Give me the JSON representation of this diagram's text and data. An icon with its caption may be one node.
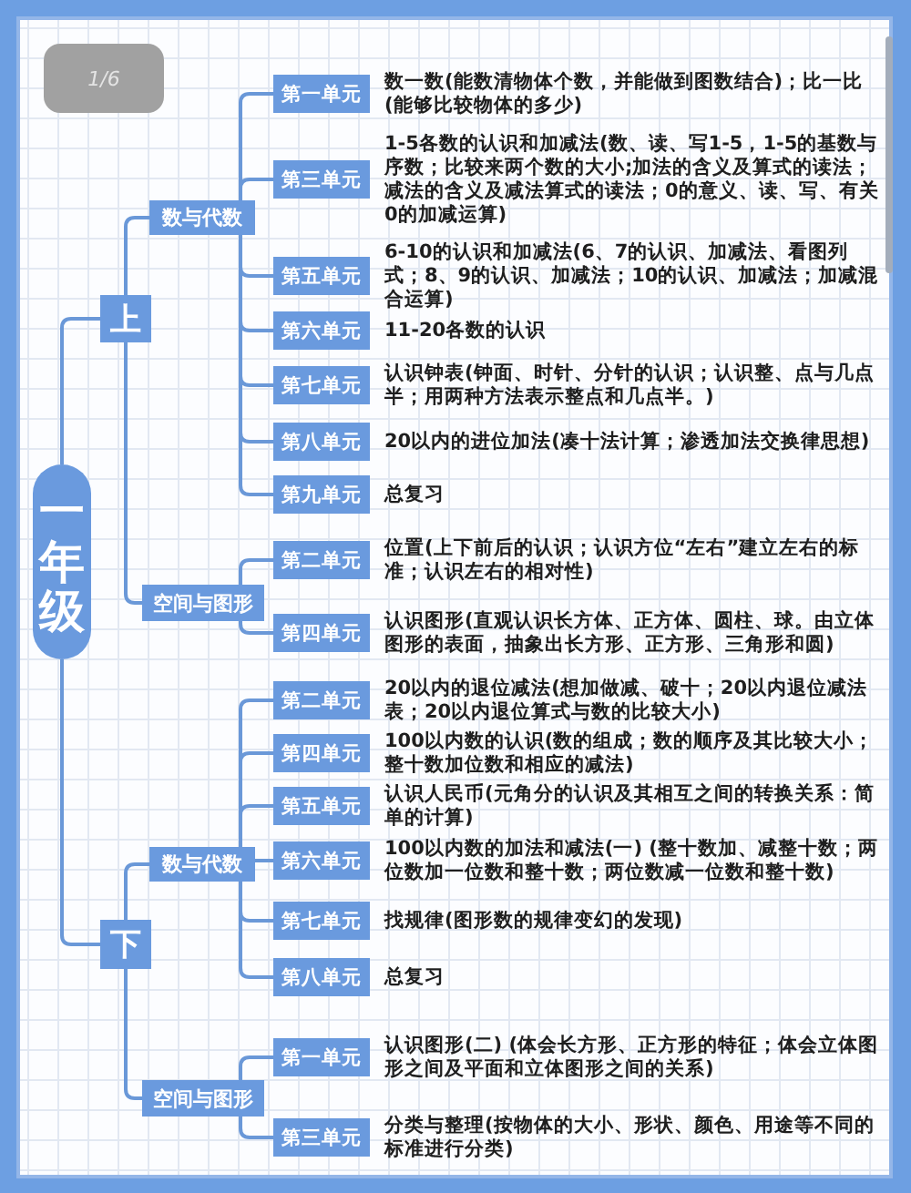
{
  "diagram": {
    "nodes": [
      {
        "text": [
          "1/6"
        ]
      },
      {
        "text": [
          "一年级"
        ]
      },
      {
        "text": [
          "上"
        ]
      },
      {
        "text": [
          "数与代数"
        ]
      },
      {
        "text": [
          "第一单元"
        ],
        "beside": [
          "数一数(能数清物体个数，并能做到图数结合)；比一比(能够比较物体的多少)"
        ]
      },
      {
        "text": [
          "第三单元"
        ],
        "beside": [
          "1-5各数的认识和加减法(数、读、写1-5，1-5的基数与序数；比较来两个数的大小;加法的含义及算式的读法；减法的含义及减法算式的读法；0的意义、读、写、有关0的加减运算)"
        ]
      },
      {
        "text": [
          "第五单元"
        ],
        "beside": [
          "6-10的认识和加减法(6、7的认识、加减法、看图列式；8、9的认识、加减法；10的认识、加减法；加减混合运算)"
        ]
      },
      {
        "text": [
          "第六单元"
        ],
        "beside": [
          "11-20各数的认识"
        ]
      },
      {
        "text": [
          "第七单元"
        ],
        "beside": [
          "认识钟表(钟面、时针、分针的认识；认识整、点与几点半；用两种方法表示整点和几点半。)"
        ]
      },
      {
        "text": [
          "第八单元"
        ],
        "beside": [
          "20以内的进位加法(凑十法计算；渗透加法交换律思想)"
        ]
      },
      {
        "text": [
          "第九单元"
        ],
        "beside": [
          "总复习"
        ]
      },
      {
        "text": [
          "空间与图形"
        ]
      },
      {
        "text": [
          "第二单元"
        ],
        "beside": [
          "位置(上下前后的认识；认识方位“左右”建立左右的标准；认识左右的相对性)"
        ]
      },
      {
        "text": [
          "第四单元"
        ],
        "beside": [
          "认识图形(直观认识长方体、正方体、圆柱、球。由立体图形的表面，抽象出长方形、正方形、三角形和圆)"
        ]
      },
      {
        "text": [
          "下"
        ]
      },
      {
        "text": [
          "数与代数"
        ]
      },
      {
        "text": [
          "第二单元"
        ],
        "beside": [
          "20以内的退位减法(想加做减、破十；20以内退位减法表；20以内退位算式与数的比较大小)"
        ]
      },
      {
        "text": [
          "第四单元"
        ],
        "beside": [
          "100以内数的认识(数的组成；数的顺序及其比较大小；整十数加位数和相应的减法)"
        ]
      },
      {
        "text": [
          "第五单元"
        ],
        "beside": [
          "认识人民币(元角分的认识及其相互之间的转换关系：简单的计算)"
        ]
      },
      {
        "text": [
          "第六单元"
        ],
        "beside": [
          "100以内数的加法和减法(一) (整十数加、减整十数；两位数加一位数和整十数；两位数减一位数和整十数)"
        ]
      },
      {
        "text": [
          "第七单元"
        ],
        "beside": [
          "找规律(图形数的规律变幻的发现)"
        ]
      },
      {
        "text": [
          "第八单元"
        ],
        "beside": [
          "总复习"
        ]
      },
      {
        "text": [
          "空间与图形"
        ]
      },
      {
        "text": [
          "第一单元"
        ],
        "beside": [
          "认识图形(二) (体会长方形、正方形的特征；体会立体图形之间及平面和立体图形之间的关系)"
        ]
      },
      {
        "text": [
          "第三单元"
        ],
        "beside": [
          "分类与整理(按物体的大小、形状、颜色、用途等不同的标准进行分类)"
        ]
      }
    ],
    "edges": [
      {
        "from": 1,
        "to": 2,
        "arrow": "none"
      },
      {
        "from": 1,
        "to": 14,
        "arrow": "none"
      },
      {
        "from": 2,
        "to": 3,
        "arrow": "none"
      },
      {
        "from": 2,
        "to": 11,
        "arrow": "none"
      },
      {
        "from": 3,
        "to": 4,
        "arrow": "none"
      },
      {
        "from": 3,
        "to": 5,
        "arrow": "none"
      },
      {
        "from": 3,
        "to": 6,
        "arrow": "none"
      },
      {
        "from": 3,
        "to": 7,
        "arrow": "none"
      },
      {
        "from": 3,
        "to": 8,
        "arrow": "none"
      },
      {
        "from": 3,
        "to": 9,
        "arrow": "none"
      },
      {
        "from": 3,
        "to": 10,
        "arrow": "none"
      },
      {
        "from": 11,
        "to": 12,
        "arrow": "none"
      },
      {
        "from": 11,
        "to": 13,
        "arrow": "none"
      },
      {
        "from": 14,
        "to": 15,
        "arrow": "none"
      },
      {
        "from": 14,
        "to": 22,
        "arrow": "none"
      },
      {
        "from": 15,
        "to": 16,
        "arrow": "none"
      },
      {
        "from": 15,
        "to": 17,
        "arrow": "none"
      },
      {
        "from": 15,
        "to": 18,
        "arrow": "none"
      },
      {
        "from": 15,
        "to": 19,
        "arrow": "none"
      },
      {
        "from": 15,
        "to": 20,
        "arrow": "none"
      },
      {
        "from": 15,
        "to": 21,
        "arrow": "none"
      },
      {
        "from": 22,
        "to": 23,
        "arrow": "none"
      },
      {
        "from": 22,
        "to": 24,
        "arrow": "none"
      }
    ]
  }
}
